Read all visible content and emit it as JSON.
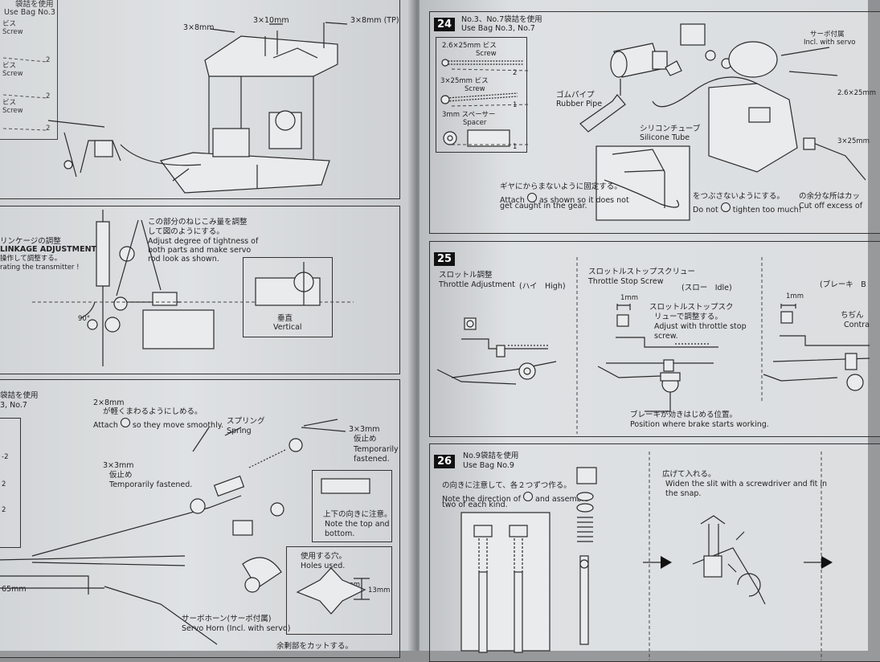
{
  "left": {
    "bag_box": {
      "title_jp": "袋詰を使用",
      "title_en": "Use Bag No.3",
      "items": [
        {
          "jp": "ビス",
          "en": "Screw",
          "qty": "2"
        },
        {
          "jp": "ビス",
          "en": "Screw",
          "qty": "2"
        },
        {
          "jp": "ビス",
          "en": "Screw",
          "qty": "2"
        }
      ]
    },
    "top_labels": {
      "s1": "3×8mm",
      "s2": "3×10mm",
      "s3": "3×8mm (TP)"
    },
    "linkage": {
      "title_jp": "リンケージの調整",
      "title_en": "LINKAGE ADJUSTMENT",
      "sub_jp": "操作して調整する。",
      "sub_en": "rating the transmitter !",
      "note_jp1": "この部分のねじこみ量を調整",
      "note_jp2": "して図のようにする。",
      "note_en1": "Adjust degree of tightness of",
      "note_en2": "both parts and make servo",
      "note_en3": "rod look as shown.",
      "angle": "90°",
      "vertical_jp": "垂直",
      "vertical_en": "Vertical"
    },
    "bag7": {
      "title_jp": "袋詰を使用",
      "title_en": "3, No.7",
      "size1": "2×8mm",
      "attach_jp": "が軽くまわるようにしめる。",
      "attach_en": "Attach",
      "attach_en2": "so they move smoothly.",
      "spring_jp": "スプリング",
      "spring_en": "Spring",
      "fast1_size": "3×3mm",
      "fast1_jp": "仮止め",
      "fast1_en1": "Temporarily",
      "fast1_en2": "fastened.",
      "fast2_size": "3×3mm",
      "fast2_jp": "仮止め",
      "fast2_en": "Temporarily fastened.",
      "note_jp": "上下の向きに注意。",
      "note_en1": "Note the top and",
      "note_en2": "bottom.",
      "holes_jp": "使用する穴。",
      "holes_en": "Holes used.",
      "dim1": "7mm",
      "dim2": "13mm",
      "length": "65mm",
      "servo_jp": "サーボホーン(サーボ付属)",
      "servo_en": "Servo Horn (Incl. with servo)",
      "cut_jp": "余剰部をカットする。",
      "left_marks": [
        "-2",
        "2",
        "2"
      ]
    }
  },
  "right": {
    "step24": {
      "num": "24",
      "title_jp": "No.3、No.7袋詰を使用",
      "title_en": "Use Bag No.3, No.7",
      "screw1_size": "2.6×25mm",
      "screw1_jp": "ビス",
      "screw1_en": "Screw",
      "screw1_qty": "2",
      "screw2_size": "3×25mm",
      "screw2_jp": "ビス",
      "screw2_en": "Screw",
      "screw2_qty": "1",
      "spacer_size": "3mm",
      "spacer_jp": "スペーサー",
      "spacer_en": "Spacer",
      "spacer_qty": "1",
      "servo_jp": "サーボ付属",
      "servo_en": "Incl. with servo",
      "rubber_jp": "ゴムパイプ",
      "rubber_en": "Rubber Pipe",
      "silicone_jp": "シリコンチューブ",
      "silicone_en": "Silicone Tube",
      "side_size1": "2.6×25mm",
      "side_size2": "3×25mm",
      "gear_jp": "ギヤにからまないように固定する。",
      "gear_en1": "Attach",
      "gear_en2": "as shown so it does not",
      "gear_en3": "get caught in the gear.",
      "tight_jp": "をつぶさないようにする。",
      "tight_en": "Do not",
      "tight_en2": "tighten too much!",
      "cut_jp": "の余分な所はカッ",
      "cut_en": "Cut off excess of"
    },
    "step25": {
      "num": "25",
      "throttle_jp": "スロットル調整",
      "throttle_en": "Throttle Adjustment",
      "high": "(ハイ　High)",
      "stop_jp": "スロットルストップスクリュー",
      "stop_en": "Throttle Stop Screw",
      "idle": "(スロー　Idle)",
      "brake": "(ブレーキ　B",
      "gap1": "1mm",
      "gap2": "1mm",
      "adj_jp1": "スロットルストップスク",
      "adj_jp2": "リューで調整する。",
      "adj_en1": "Adjust with throttle stop",
      "adj_en2": "screw.",
      "contra_jp": "ちぢん",
      "contra_en": "Contra",
      "brake_jp": "ブレーキが効きはじめる位置。",
      "brake_en": "Position where brake starts working."
    },
    "step26": {
      "num": "26",
      "title_jp": "No.9袋詰を使用",
      "title_en": "Use Bag No.9",
      "note_jp": "の向きに注意して、各２つずつ作る。",
      "note_en1": "Note the direction of",
      "note_en2": "and assemble",
      "note_en3": "two of each kind.",
      "widen_jp": "広げて入れる。",
      "widen_en1": "Widen the slit with a screwdriver and fit in",
      "widen_en2": "the snap."
    }
  }
}
